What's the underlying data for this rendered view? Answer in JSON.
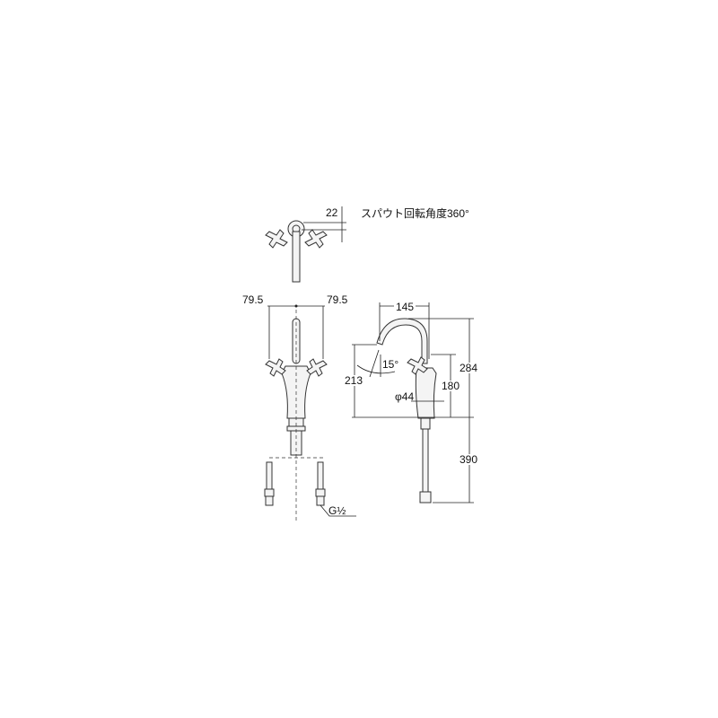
{
  "top_view": {
    "dim_height": "22",
    "note": "スパウト回転角度360°"
  },
  "front_view": {
    "dim_left": "79.5",
    "dim_right": "79.5",
    "thread_label": "G½"
  },
  "side_view": {
    "dim_reach": "145",
    "dim_total_height": "284",
    "dim_handle_height": "180",
    "dim_spout_height": "213",
    "dim_pipe_length": "390",
    "dim_diameter": "φ44",
    "dim_angle": "15°"
  }
}
